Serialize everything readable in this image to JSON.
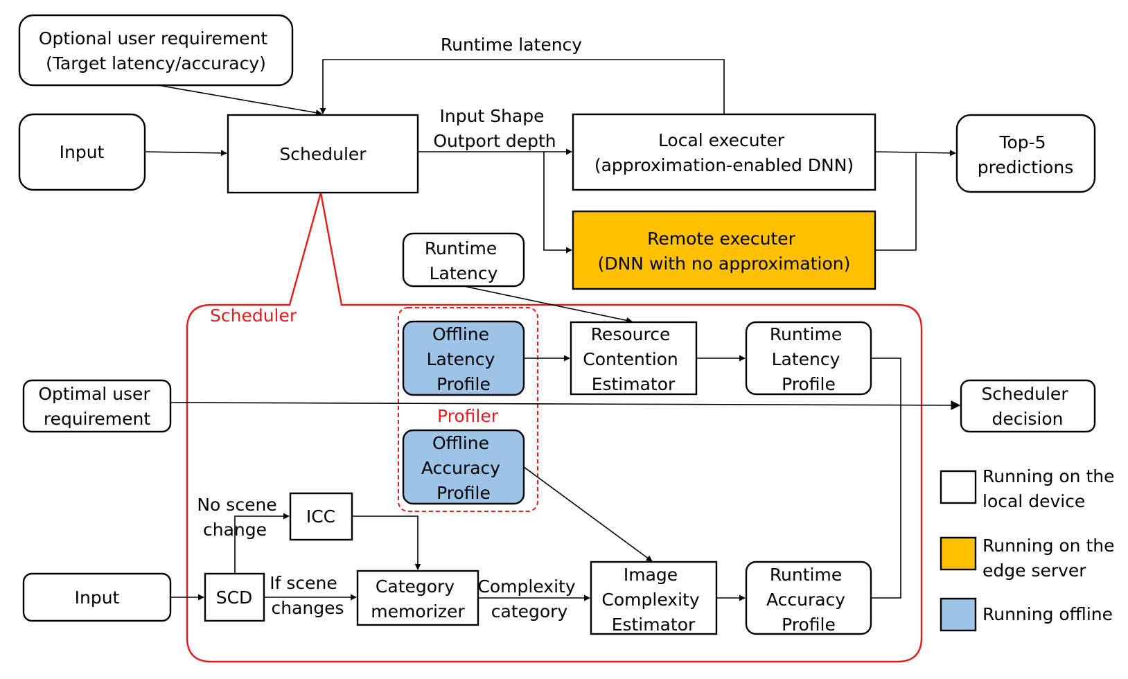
{
  "colors": {
    "local": "#ffffff",
    "edge": "#ffc000",
    "offline": "#9dc3e6",
    "scheduler_outline": "#e31b1b"
  },
  "top": {
    "user_req": [
      "Optional user requirement",
      "(Target latency/accuracy)"
    ],
    "input": "Input",
    "scheduler": "Scheduler",
    "runtime_latency": "Runtime latency",
    "edge_label": [
      "Input Shape",
      "Outport depth"
    ],
    "local_exec": [
      "Local executer",
      "(approximation-enabled DNN)"
    ],
    "remote_exec": [
      "Remote executer",
      "(DNN with no approximation)"
    ],
    "top5": [
      "Top-5",
      "predictions"
    ]
  },
  "bottom": {
    "scheduler_label": "Scheduler",
    "profiler_label": "Profiler",
    "runtime_latency_in": [
      "Runtime",
      "Latency"
    ],
    "offline_latency": [
      "Offline",
      "Latency",
      "Profile"
    ],
    "offline_accuracy": [
      "Offline",
      "Accuracy",
      "Profile"
    ],
    "resource_contention": [
      "Resource",
      "Contention",
      "Estimator"
    ],
    "runtime_latency_profile": [
      "Runtime",
      "Latency",
      "Profile"
    ],
    "optimal_user_req": [
      "Optimal user",
      "requirement"
    ],
    "scheduler_decision": [
      "Scheduler",
      "decision"
    ],
    "input": "Input",
    "scd": "SCD",
    "icc": "ICC",
    "no_scene_change": [
      "No scene",
      "change"
    ],
    "if_scene_changes": [
      "If scene",
      "changes"
    ],
    "category_memorizer": [
      "Category",
      "memorizer"
    ],
    "complexity_category": [
      "Complexity",
      "category"
    ],
    "image_complexity": [
      "Image",
      "Complexity",
      "Estimator"
    ],
    "runtime_accuracy_profile": [
      "Runtime",
      "Accuracy",
      "Profile"
    ]
  },
  "legend": {
    "local": [
      "Running on the",
      "local device"
    ],
    "edge": [
      "Running on the",
      "edge server"
    ],
    "offline": "Running offline"
  }
}
